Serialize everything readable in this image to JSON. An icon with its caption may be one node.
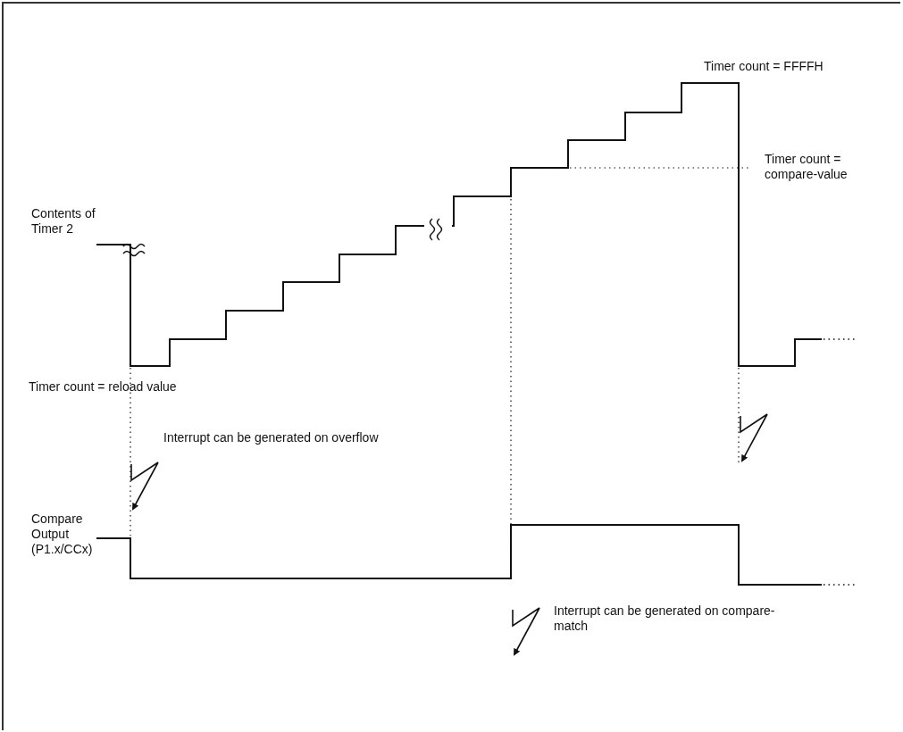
{
  "diagram": {
    "labels": [
      "Timer count = FFFFH",
      "Timer count = compare-value",
      "Contents of Timer 2",
      "Timer count = reload value",
      "Interrupt can be generated on overflow",
      "Compare Output (P1.x/CCx)",
      "Interrupt can be generated on compare-match"
    ]
  }
}
